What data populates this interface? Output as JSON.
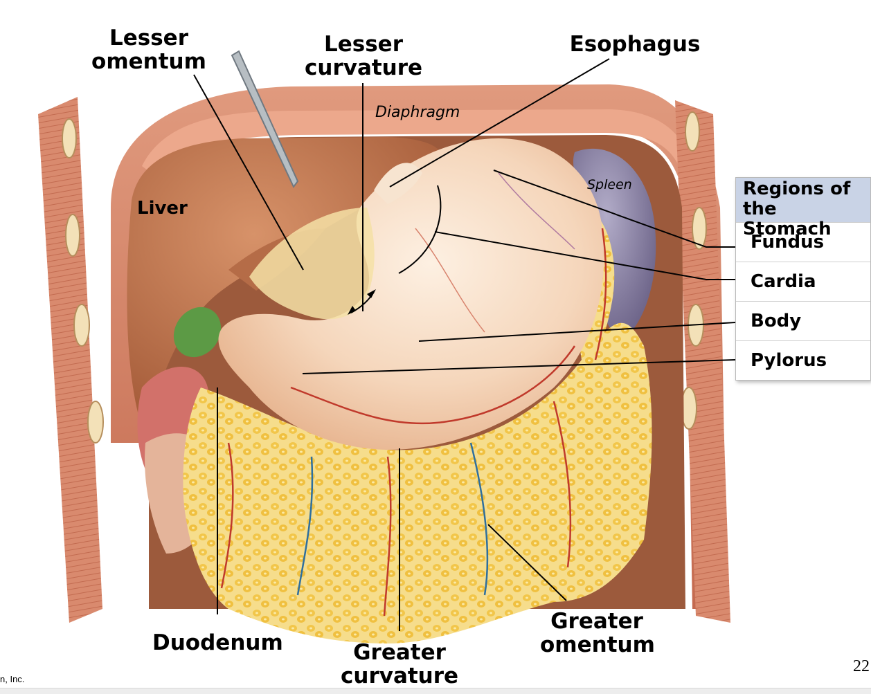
{
  "labels": {
    "lesser_omentum": "Lesser omentum",
    "lesser_curvature": "Lesser curvature",
    "esophagus": "Esophagus",
    "diaphragm": "Diaphragm",
    "liver": "Liver",
    "spleen": "Spleen",
    "duodenum": "Duodenum",
    "greater_curvature": "Greater curvature",
    "greater_omentum": "Greater omentum"
  },
  "legend": {
    "title": "Regions of the Stomach",
    "regions": [
      "Fundus",
      "Cardia",
      "Body",
      "Pylorus"
    ]
  },
  "footer": {
    "credit": "n, Inc.",
    "page_number": "22"
  },
  "colors": {
    "legend_header": "#c9d3e6",
    "muscle": "#d98a6e",
    "liver": "#c27a52",
    "stomach": "#f6dcc4",
    "fat": "#f2cf5c",
    "spleen": "#8f86a8",
    "gallbladder": "#5c9a45"
  }
}
